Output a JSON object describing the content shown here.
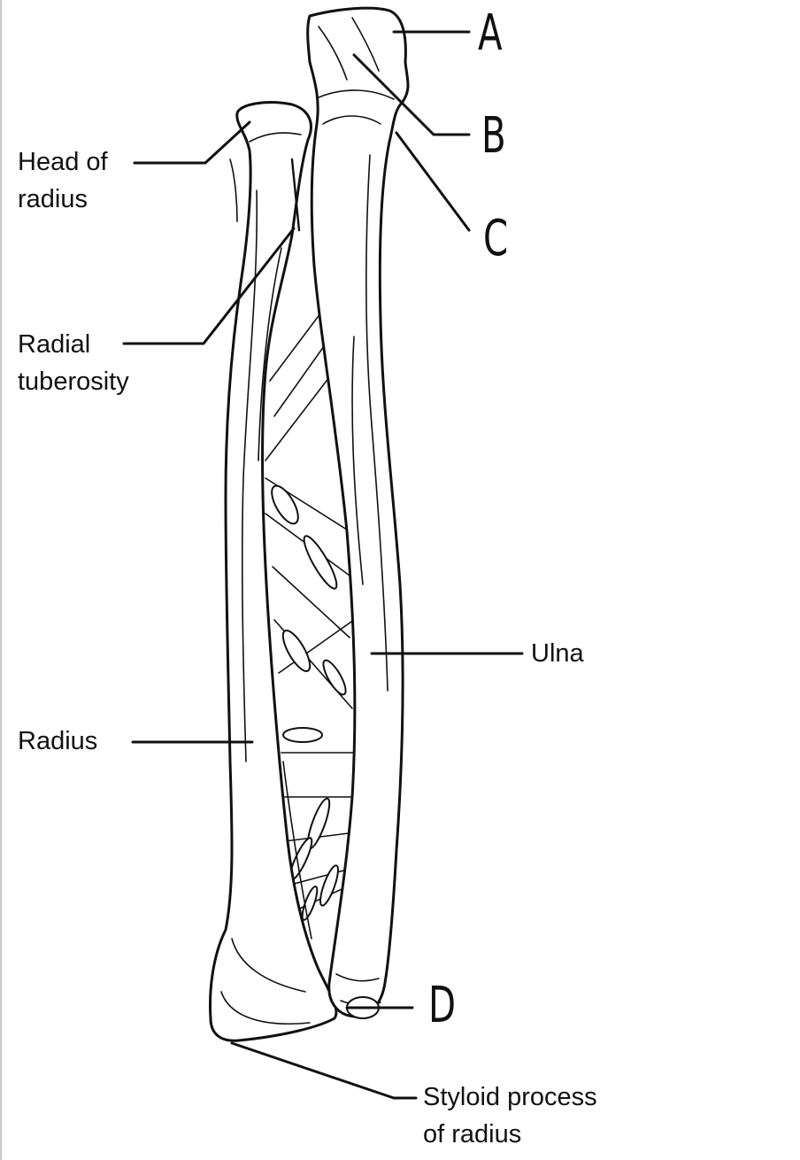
{
  "labels": {
    "head_of_radius": [
      "Head of",
      "radius"
    ],
    "radial_tuberosity": [
      "Radial",
      "tuberosity"
    ],
    "ulna": "Ulna",
    "radius": "Radius",
    "styloid_process": [
      "Styloid process",
      "of radius"
    ]
  },
  "markers": {
    "a": "A",
    "b": "B",
    "c": "C",
    "d": "D"
  }
}
